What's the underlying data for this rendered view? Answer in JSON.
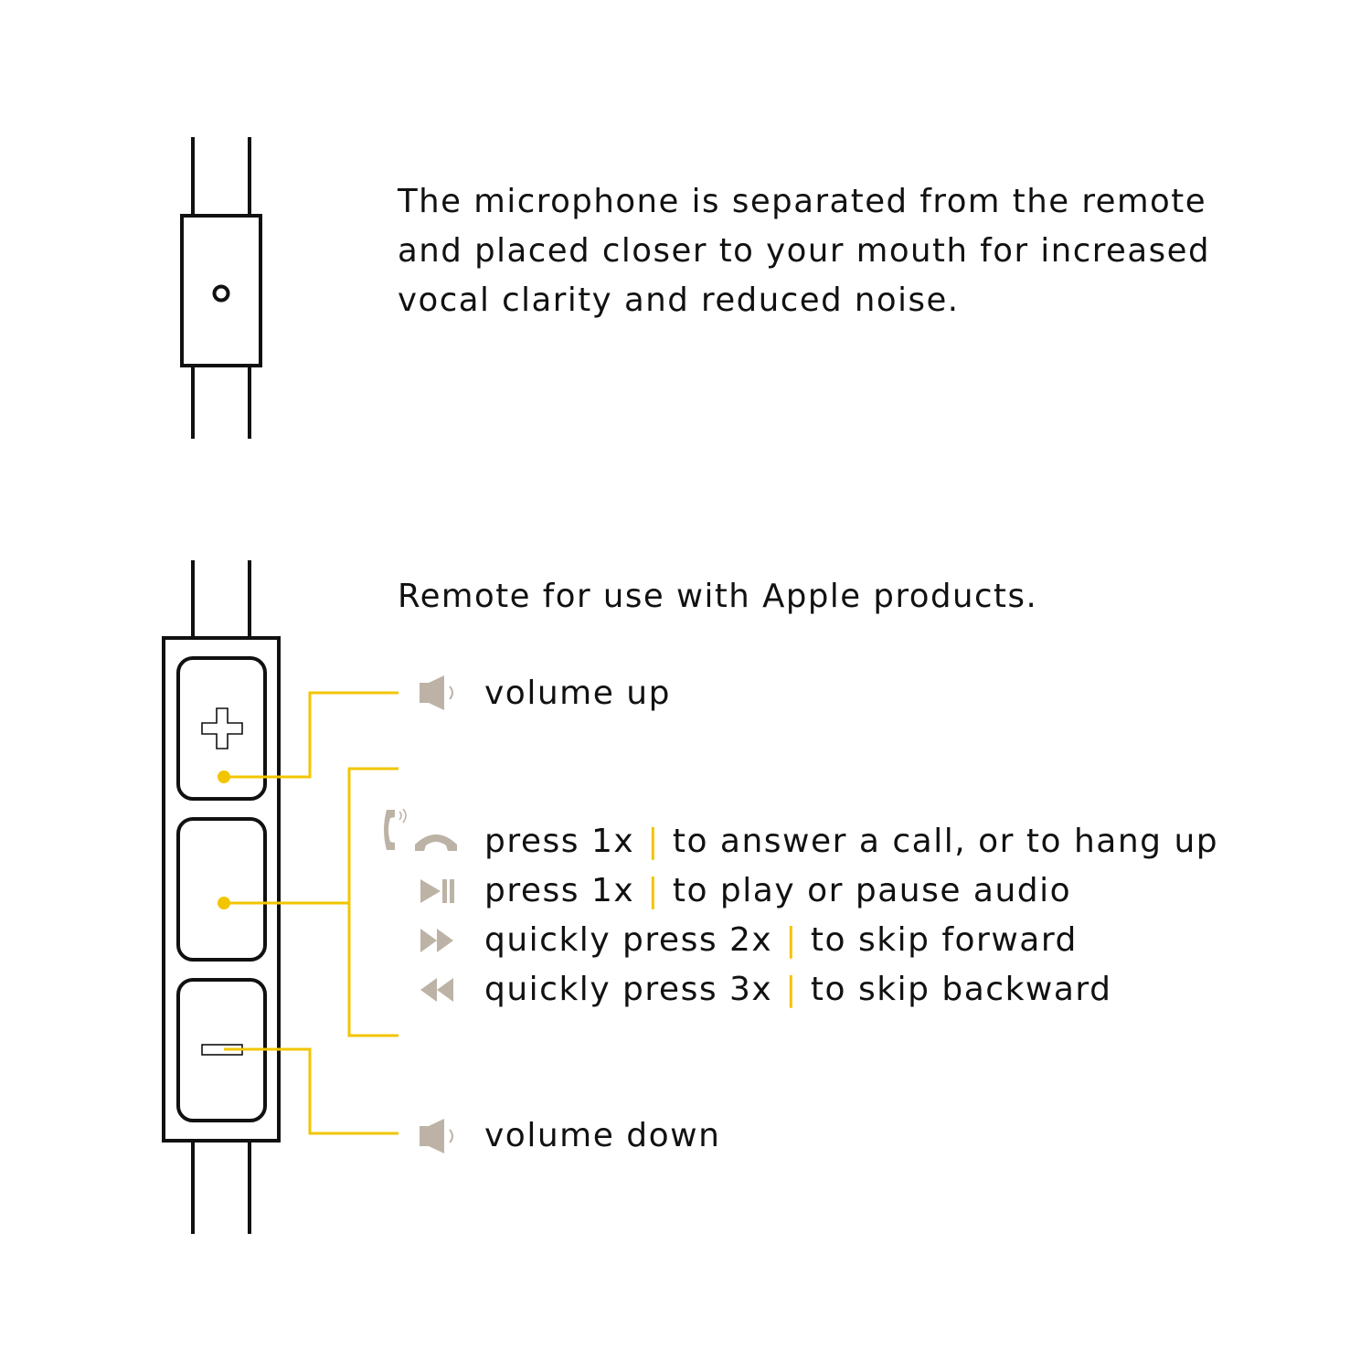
{
  "microphone": {
    "description_lines": [
      "The microphone is separated from the remote",
      "and placed closer to your mouth for increased",
      "vocal clarity and reduced noise."
    ]
  },
  "remote": {
    "title": "Remote for use with Apple products.",
    "volume_up": {
      "label": "volume up",
      "icon": "speaker-icon"
    },
    "volume_down": {
      "label": "volume down",
      "icon": "speaker-icon"
    },
    "center_actions": [
      {
        "icon": "phone-hangup-icon",
        "press": "press 1x",
        "action": "to answer a call, or to hang up"
      },
      {
        "icon": "play-pause-icon",
        "press": "press 1x",
        "action": "to play or pause audio"
      },
      {
        "icon": "fast-forward-icon",
        "press": "quickly press 2x",
        "action": "to skip forward"
      },
      {
        "icon": "rewind-icon",
        "press": "quickly press 3x",
        "action": "to skip backward"
      }
    ],
    "separator": "|"
  },
  "colors": {
    "outline": "#111111",
    "callout": "#f2c500",
    "icon": "#bcb3a6",
    "background": "#ffffff"
  }
}
